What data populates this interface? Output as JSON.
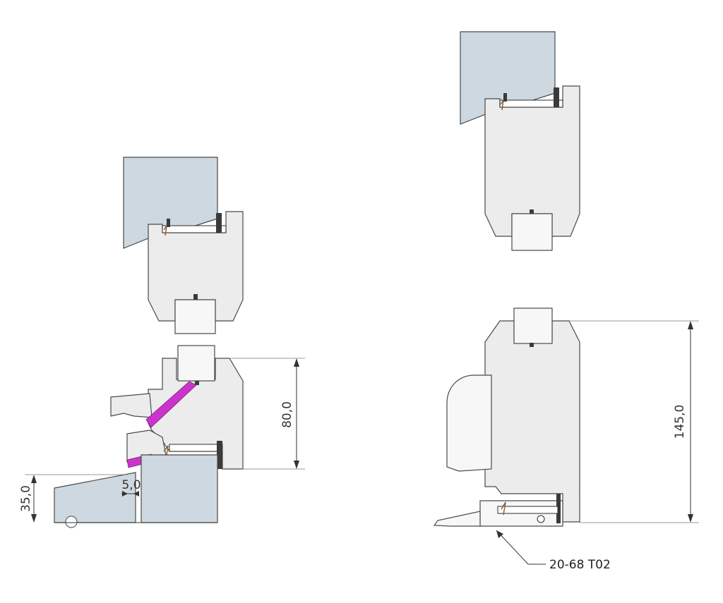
{
  "dimensions": {
    "left_height": "80,0",
    "left_floor": "35,0",
    "left_gap": "5,0",
    "right_height": "145,0"
  },
  "labels": {
    "threshold_part": "20-68 T02"
  },
  "colors": {
    "glass": "#cdd8e0",
    "profile": "#ececec",
    "thermal_strip": "#cc33cc"
  }
}
